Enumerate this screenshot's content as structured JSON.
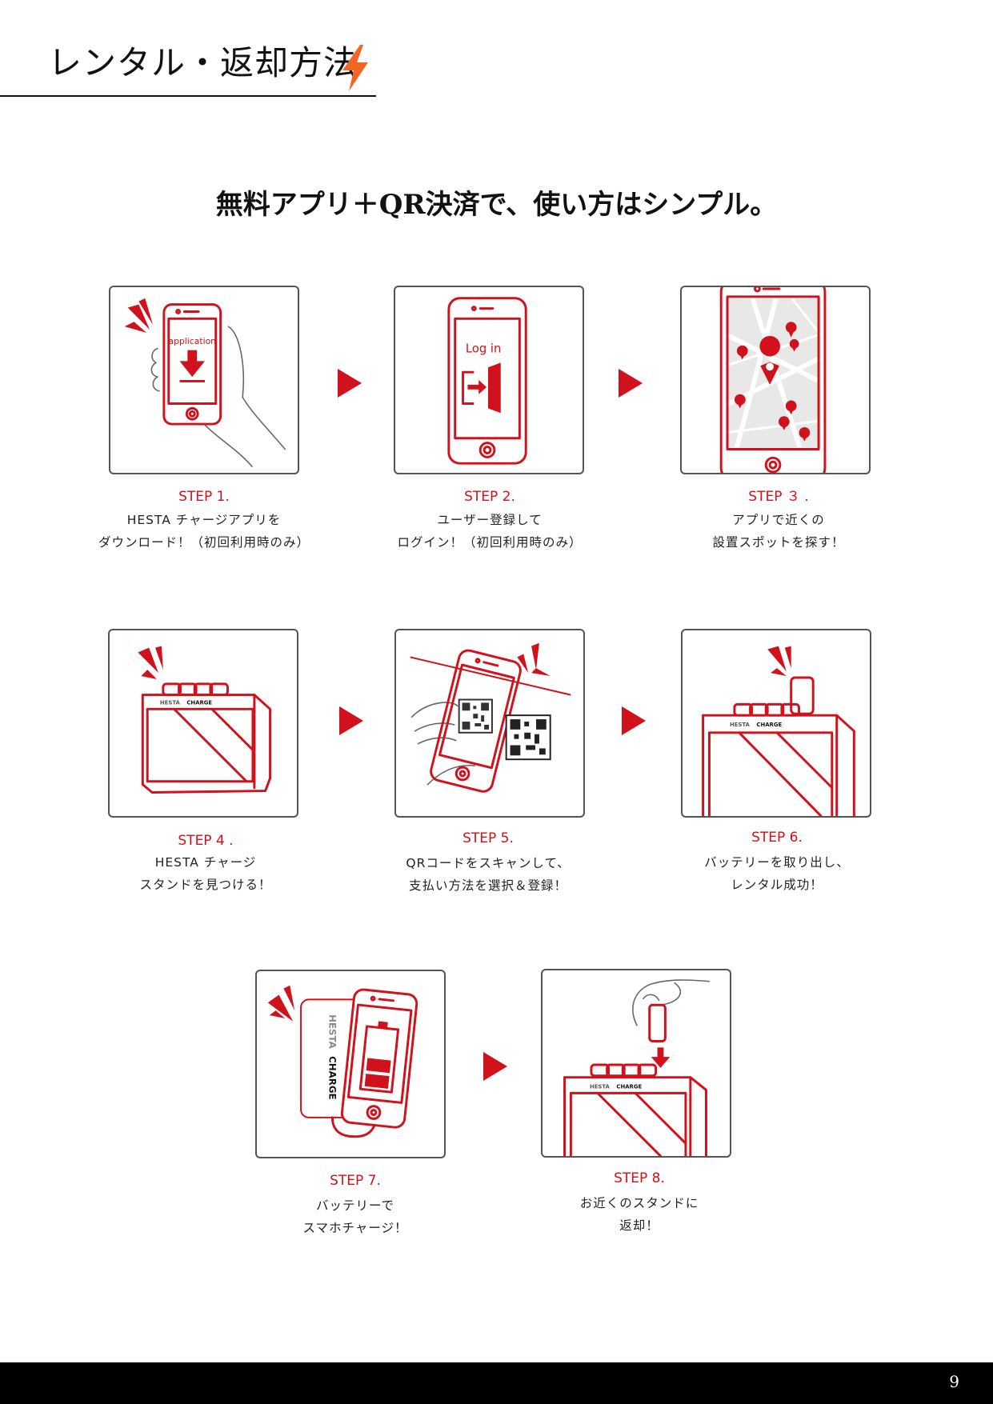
{
  "header": {
    "title": "レンタル・返却方法",
    "icon": "lightning-bolt-icon"
  },
  "subtitle": "無料アプリ＋QR決済で、使い方はシンプル。",
  "illustration_text": {
    "app_screen": "application",
    "login_screen": "Log in",
    "brand_left": "HESTA",
    "brand_right": "CHARGE"
  },
  "steps": [
    {
      "label": "STEP 1.",
      "line1": "HESTA チャージアプリを",
      "line2": "ダウンロード！（初回利用時のみ）"
    },
    {
      "label": "STEP 2.",
      "line1": "ユーザー登録して",
      "line2": "ログイン！（初回利用時のみ）"
    },
    {
      "label": "STEP ３ .",
      "line1": "アプリで近くの",
      "line2": "設置スポットを探す！"
    },
    {
      "label": "STEP 4 .",
      "line1": "HESTA チャージ",
      "line2": "スタンドを見つける！"
    },
    {
      "label": "STEP 5.",
      "line1": "QRコードをスキャンして、",
      "line2": "支払い方法を選択＆登録！"
    },
    {
      "label": "STEP 6.",
      "line1": "バッテリーを取り出し、",
      "line2": "レンタル成功！"
    },
    {
      "label": "STEP 7.",
      "line1": "バッテリーで",
      "line2": "スマホチャージ！"
    },
    {
      "label": "STEP 8.",
      "line1": "お近くのスタンドに",
      "line2": "返却！"
    }
  ],
  "colors": {
    "accent": "#d1111b",
    "bolt": "#f26522",
    "footer": "#000000"
  },
  "footer": {
    "page_number": "9"
  }
}
